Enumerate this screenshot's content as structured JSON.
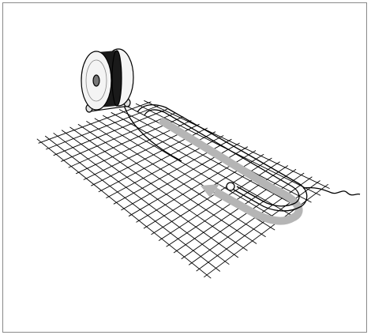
{
  "diagram": {
    "illustration": "heating-cable-installation",
    "colors": {
      "stroke": "#000000",
      "arrow": "#b5b5b5",
      "reel_face": "#f4f4f4",
      "reel_shade": "#d8d8d8",
      "background": "#ffffff",
      "border": "#8a8a8a"
    },
    "grid": {
      "rows": 13,
      "cols": 22
    }
  }
}
